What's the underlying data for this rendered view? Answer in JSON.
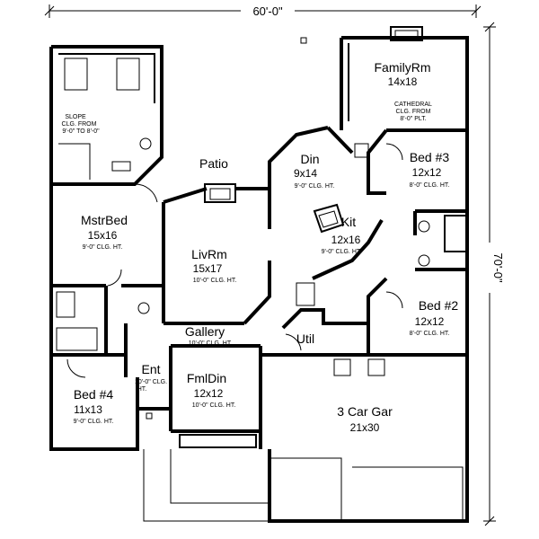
{
  "dimensions": {
    "width": "60'-0\"",
    "depth": "70'-0\""
  },
  "patio": "Patio",
  "rooms": {
    "family": {
      "name": "FamilyRm",
      "size": "14x18",
      "note1": "CATHEDRAL",
      "note2": "CLG. FROM",
      "note3": "8'-0\" PLT."
    },
    "din": {
      "name": "Din",
      "size": "9x14",
      "note": "9'-0\" CLG. HT."
    },
    "kit": {
      "name": "Kit",
      "size": "12x16",
      "note": "9'-0\" CLG. HT."
    },
    "bed3": {
      "name": "Bed #3",
      "size": "12x12",
      "note": "8'-0\" CLG. HT."
    },
    "bed2": {
      "name": "Bed #2",
      "size": "12x12",
      "note": "8'-0\" CLG. HT."
    },
    "mstr": {
      "name": "MstrBed",
      "size": "15x16",
      "note": "9'-0\" CLG. HT."
    },
    "slope": {
      "l1": "SLOPE",
      "l2": "CLG. FROM",
      "l3": "9'-0\" TO 8'-0\""
    },
    "liv": {
      "name": "LivRm",
      "size": "15x17",
      "note": "10'-0\" CLG. HT."
    },
    "gallery": {
      "name": "Gallery",
      "note": "10'-0\" CLG. HT."
    },
    "util": {
      "name": "Util"
    },
    "ent": {
      "name": "Ent",
      "note1": "10'-0\" CLG.",
      "note2": "HT."
    },
    "fmldin": {
      "name": "FmlDin",
      "size": "12x12",
      "note": "10'-0\" CLG. HT."
    },
    "bed4": {
      "name": "Bed #4",
      "size": "11x13",
      "note": "9'-0\" CLG. HT."
    },
    "garage": {
      "name": "3 Car Gar",
      "size": "21x30"
    }
  }
}
